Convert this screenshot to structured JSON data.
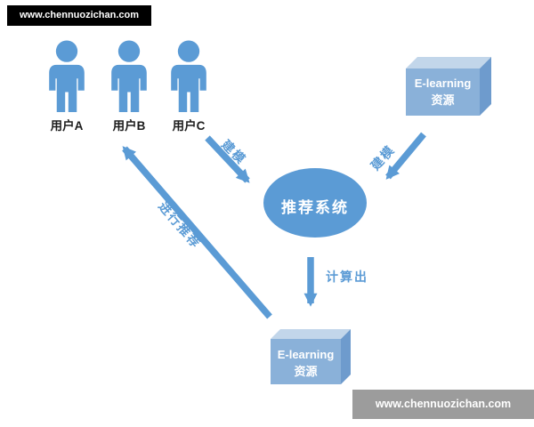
{
  "watermarks": {
    "top_left": "www.chennuozichan.com",
    "bottom_right": "www.chennuozichan.com"
  },
  "users": [
    {
      "label": "用户A"
    },
    {
      "label": "用户B"
    },
    {
      "label": "用户C"
    }
  ],
  "recommendation_system": {
    "label": "推荐系统"
  },
  "resources": {
    "top": {
      "line1": "E-learning",
      "line2": "资源"
    },
    "bottom": {
      "line1": "E-learning",
      "line2": "资源"
    }
  },
  "arrow_labels": {
    "users_to_system": "建模",
    "resource_to_system": "建模",
    "system_to_resource": "计算出",
    "resource_to_users": "进行推荐"
  },
  "colors": {
    "accent": "#5b9bd5",
    "cube_front": "#8ab1d9",
    "cube_top": "#c2d6ea",
    "cube_side": "#6e9bcd",
    "watermark_top_bg": "#000000",
    "watermark_bottom_bg": "#9c9c9c"
  }
}
